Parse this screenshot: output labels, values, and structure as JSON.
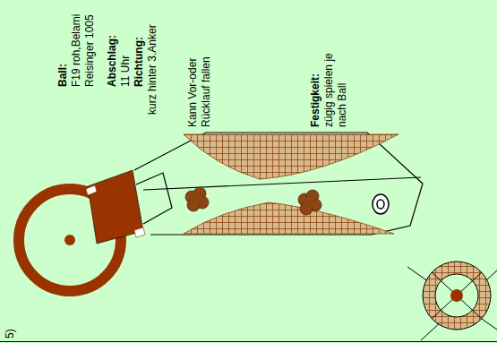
{
  "diagram": {
    "labels": [
      "Ball:",
      "F19 roh,Belami Reisinger 1005",
      "Abschlag:",
      "11 Uhr",
      "Richtung:",
      "kurz hinter 3.Anker",
      "Kann Vor-oder Rücklauf fallen",
      "Festigkeit:",
      "zügig spielen je nach Ball",
      "5)"
    ]
  }
}
